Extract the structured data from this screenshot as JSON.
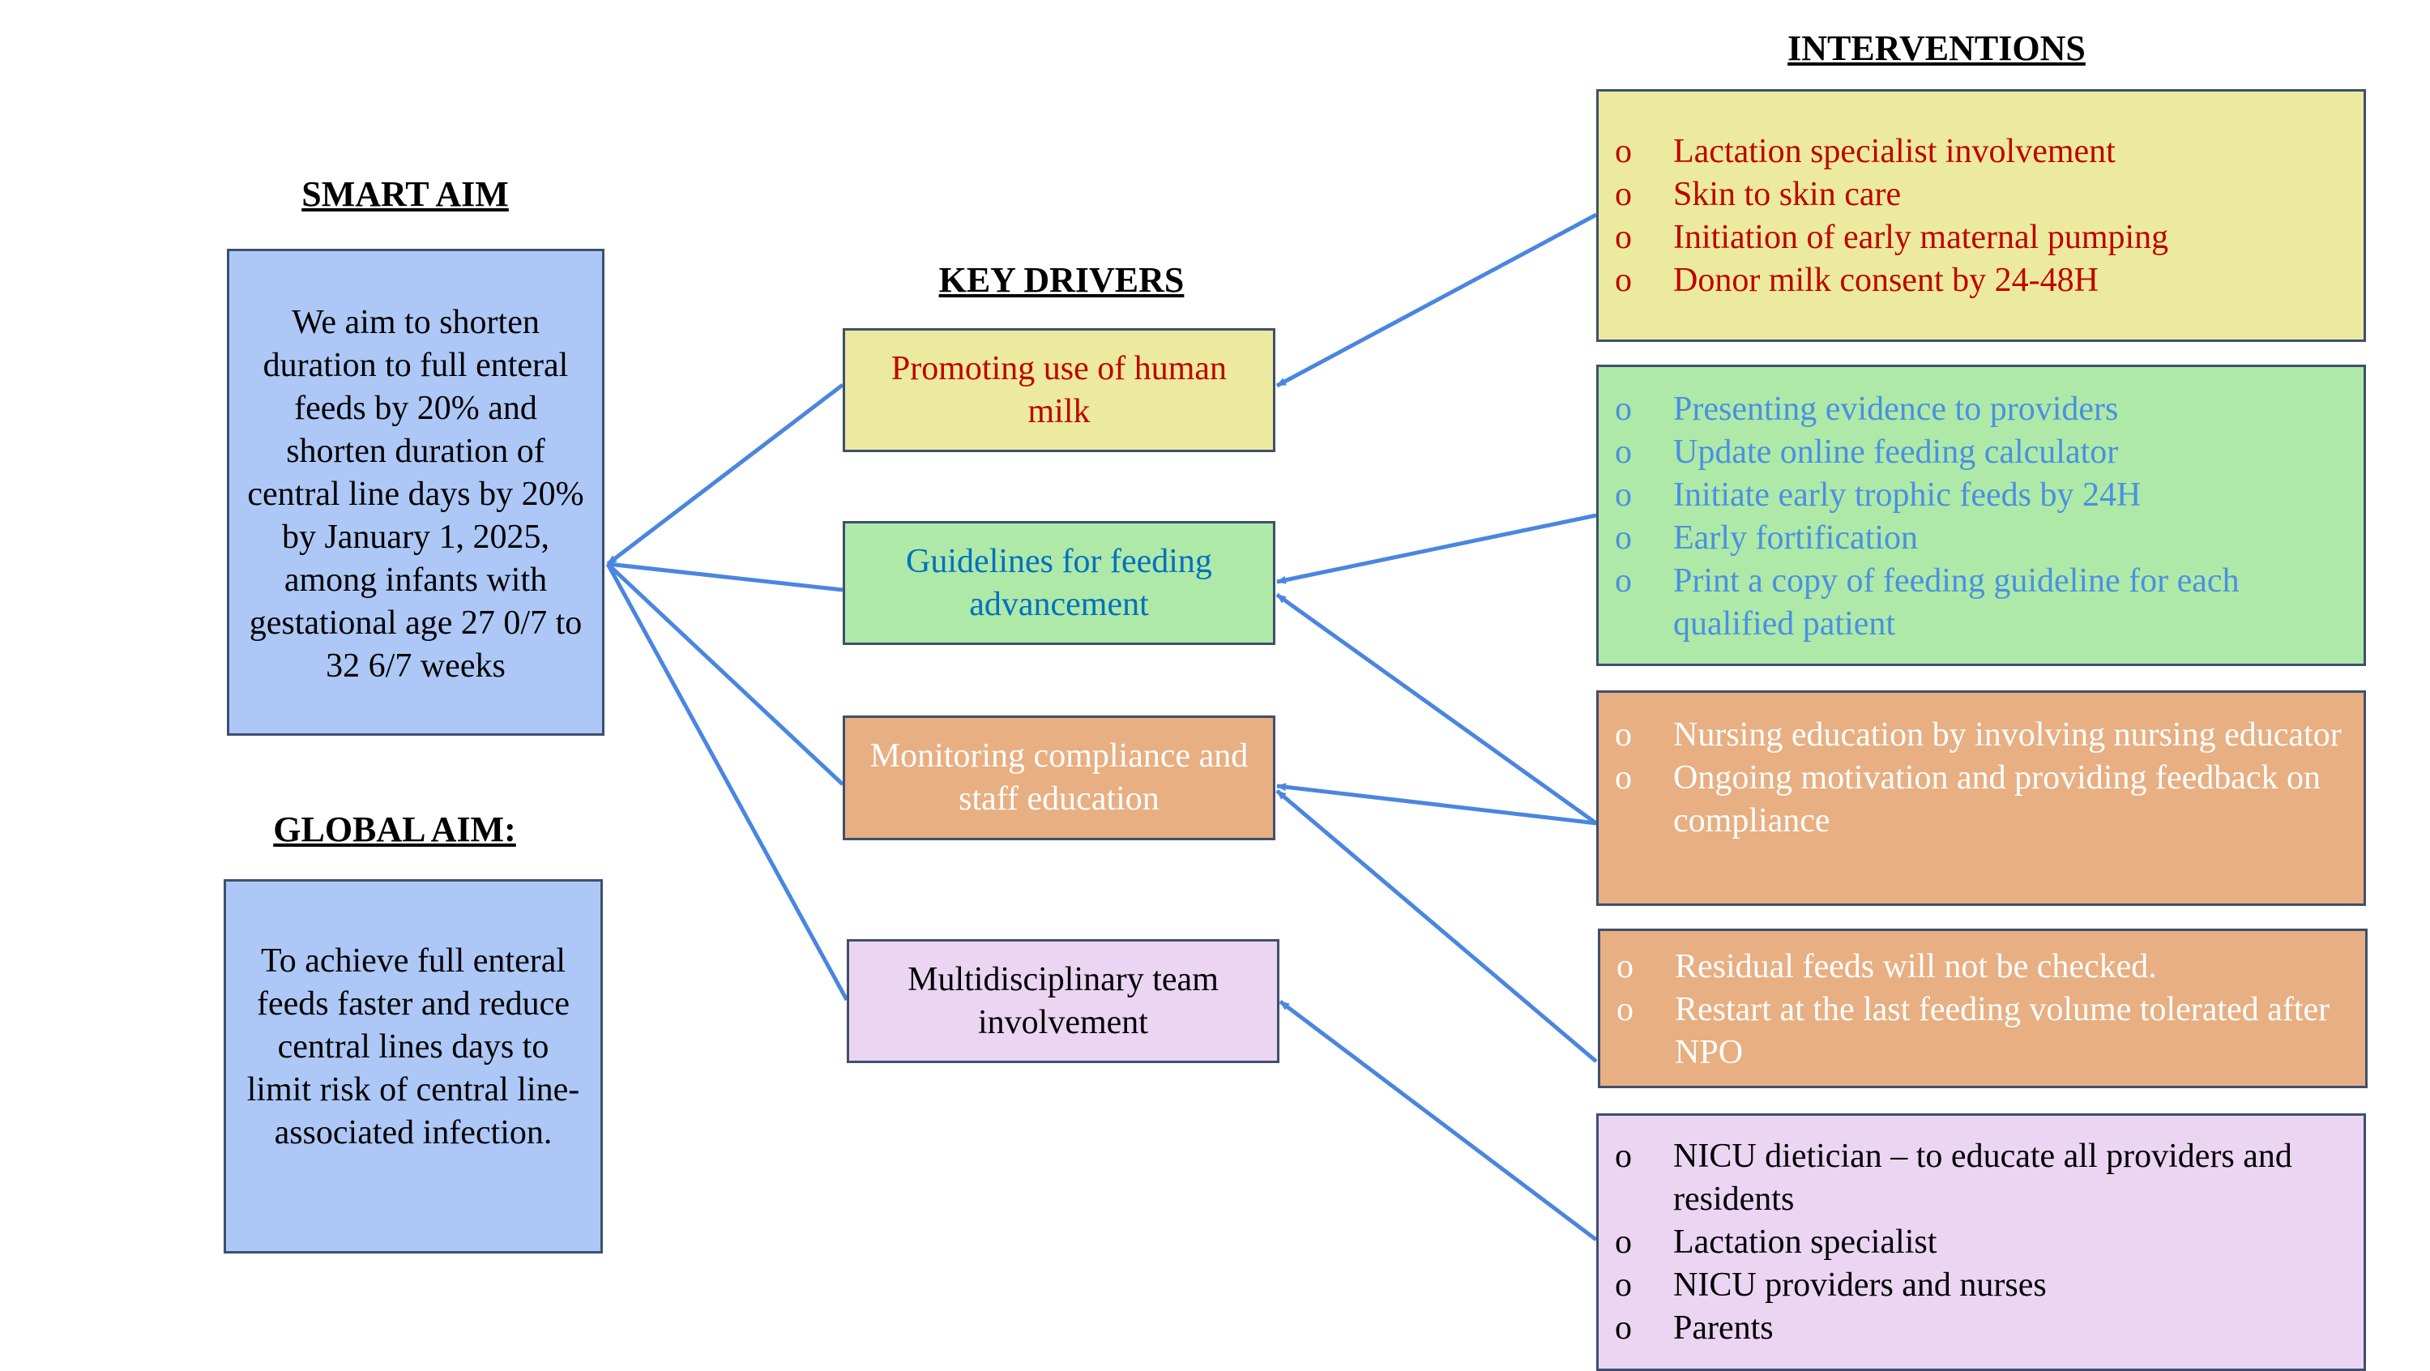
{
  "headings": {
    "interventions": "INTERVENTIONS",
    "smart_aim": "SMART AIM",
    "key_drivers": "KEY DRIVERS",
    "global_aim": "GLOBAL AIM:"
  },
  "smart_aim_text": "We aim to shorten duration to full enteral feeds by 20% and shorten duration of central line days by 20% by January 1, 2025, among infants with gestational age 27 0/7 to 32 6/7 weeks",
  "global_aim_text": "To achieve full enteral feeds faster and reduce central lines days to limit risk of central line-associated infection.",
  "drivers": [
    {
      "label": "Promoting use of human milk",
      "text_color": "#c00000",
      "fill": "#ecea9f"
    },
    {
      "label": "Guidelines for feeding advancement",
      "text_color": "#0070c0",
      "fill": "#aee9a8"
    },
    {
      "label": "Monitoring compliance and staff education",
      "text_color": "#ffffff",
      "fill": "#e7af82"
    },
    {
      "label": "Multidisciplinary team involvement",
      "text_color": "#000000",
      "fill": "#ebd5f3"
    }
  ],
  "interventions": [
    {
      "text_color": "#c00000",
      "items": [
        "Lactation specialist involvement",
        "Skin to skin care",
        "Initiation of early maternal pumping",
        "Donor milk consent by 24-48H"
      ]
    },
    {
      "text_color": "#4a90e2",
      "items": [
        "Presenting evidence to providers",
        "Update online feeding calculator",
        "Initiate early trophic feeds by 24H",
        "Early fortification",
        "Print a copy of feeding guideline for each qualified patient"
      ]
    },
    {
      "text_color": "#ffffff",
      "items": [
        "Nursing education by involving nursing educator",
        "Ongoing motivation and providing feedback on compliance"
      ]
    },
    {
      "text_color": "#ffffff",
      "items": [
        "Residual feeds will not be checked.",
        "Restart at the last feeding volume tolerated after NPO"
      ]
    },
    {
      "text_color": "#000000",
      "items": [
        "NICU dietician – to educate all providers and residents",
        "Lactation specialist",
        "NICU providers and nurses",
        "Parents"
      ]
    }
  ],
  "colors": {
    "connector": "#4a86e0",
    "border": "#3f4f6e"
  }
}
